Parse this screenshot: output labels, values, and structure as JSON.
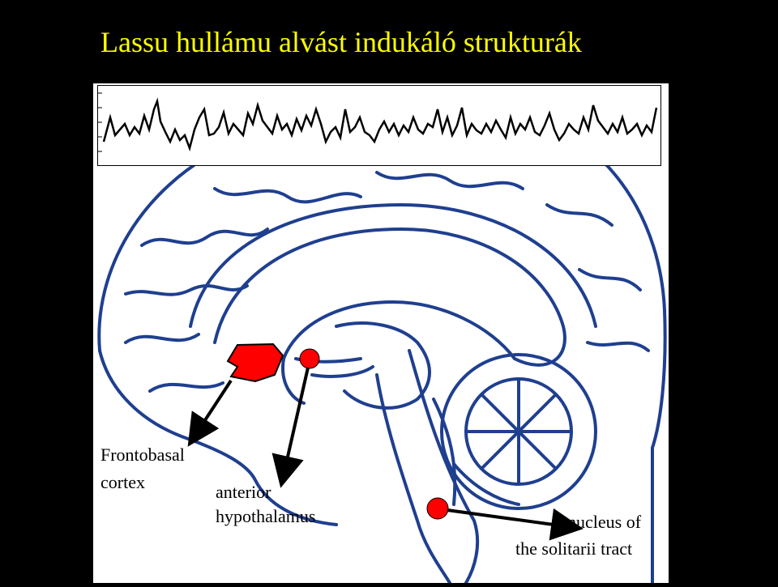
{
  "slide": {
    "title": "Lassu hullámu alvást indukáló strukturák",
    "colors": {
      "background": "#000000",
      "title": "#ffff00",
      "outline": "#1f3f8f",
      "highlight": "#ff0000"
    }
  },
  "labels": {
    "frontobasal_line1": "Frontobasal",
    "frontobasal_line2": "cortex",
    "hypothalamus_line1": "anterior",
    "hypothalamus_line2": "hypothalamus",
    "nts_line1": "nucleus of",
    "nts_line2": "the solitarii tract"
  }
}
